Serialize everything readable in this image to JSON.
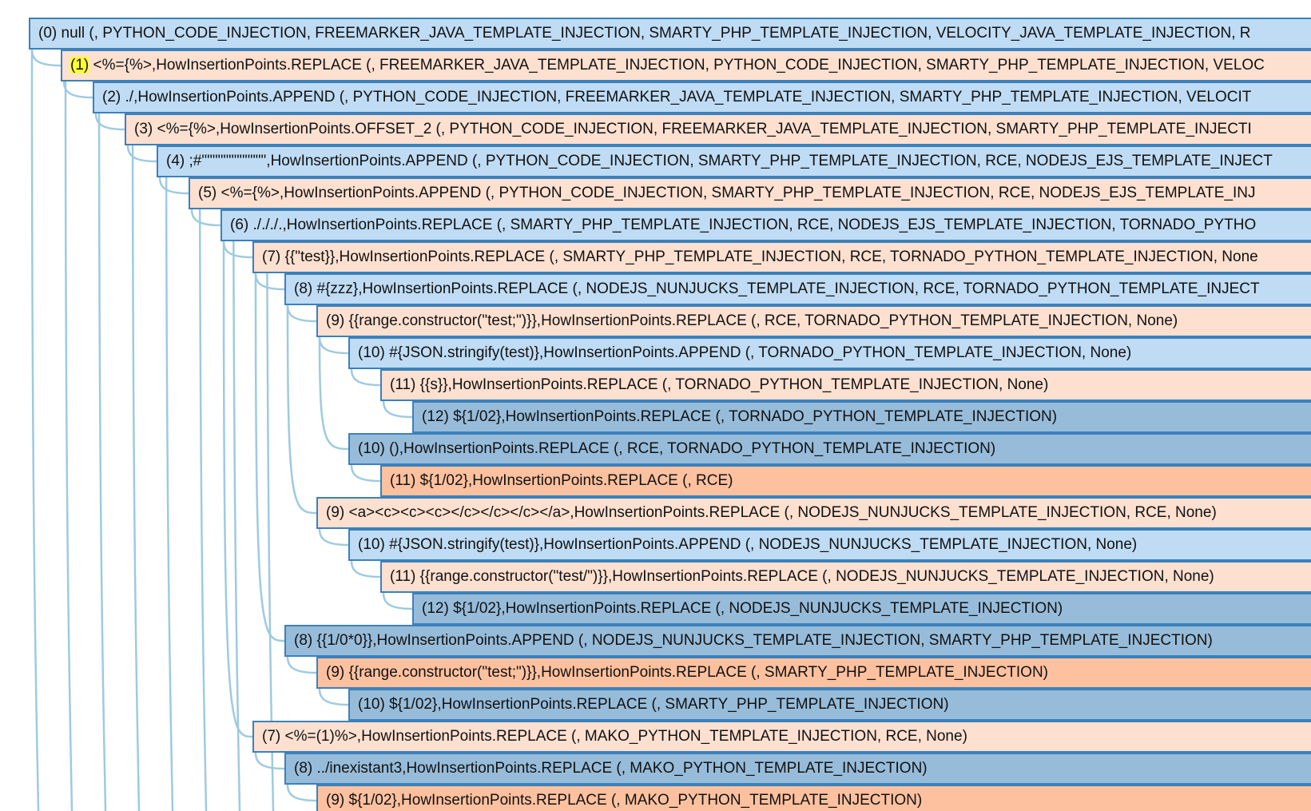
{
  "nodes": [
    {
      "depth": "(0)",
      "text": "null (, PYTHON_CODE_INJECTION, FREEMARKER_JAVA_TEMPLATE_INJECTION, SMARTY_PHP_TEMPLATE_INJECTION, VELOCITY_JAVA_TEMPLATE_INJECTION, R",
      "color": "lightblue",
      "highlight": false
    },
    {
      "depth": "(1)",
      "text": "<%={%>,HowInsertionPoints.REPLACE (, FREEMARKER_JAVA_TEMPLATE_INJECTION, PYTHON_CODE_INJECTION, SMARTY_PHP_TEMPLATE_INJECTION, VELOC",
      "color": "peach",
      "highlight": true
    },
    {
      "depth": "(2)",
      "text": "./,HowInsertionPoints.APPEND (, PYTHON_CODE_INJECTION, FREEMARKER_JAVA_TEMPLATE_INJECTION, SMARTY_PHP_TEMPLATE_INJECTION, VELOCIT",
      "color": "lightblue",
      "highlight": false
    },
    {
      "depth": "(3)",
      "text": "<%={%>,HowInsertionPoints.OFFSET_2 (, PYTHON_CODE_INJECTION, FREEMARKER_JAVA_TEMPLATE_INJECTION, SMARTY_PHP_TEMPLATE_INJECTI",
      "color": "peach",
      "highlight": false
    },
    {
      "depth": "(4)",
      "text": ";#\"\"\"\"\"\"\"\"\"\"\"\",HowInsertionPoints.APPEND (, PYTHON_CODE_INJECTION, SMARTY_PHP_TEMPLATE_INJECTION, RCE, NODEJS_EJS_TEMPLATE_INJECT",
      "color": "lightblue",
      "highlight": false
    },
    {
      "depth": "(5)",
      "text": "<%={%>,HowInsertionPoints.APPEND (, PYTHON_CODE_INJECTION, SMARTY_PHP_TEMPLATE_INJECTION, RCE, NODEJS_EJS_TEMPLATE_INJ",
      "color": "peach",
      "highlight": false
    },
    {
      "depth": "(6)",
      "text": "./././.,HowInsertionPoints.REPLACE (, SMARTY_PHP_TEMPLATE_INJECTION, RCE, NODEJS_EJS_TEMPLATE_INJECTION, TORNADO_PYTHO",
      "color": "lightblue",
      "highlight": false
    },
    {
      "depth": "(7)",
      "text": "{{\"test}},HowInsertionPoints.REPLACE (, SMARTY_PHP_TEMPLATE_INJECTION, RCE, TORNADO_PYTHON_TEMPLATE_INJECTION, None",
      "color": "peach",
      "highlight": false
    },
    {
      "depth": "(8)",
      "text": "#{zzz},HowInsertionPoints.REPLACE (, NODEJS_NUNJUCKS_TEMPLATE_INJECTION, RCE, TORNADO_PYTHON_TEMPLATE_INJECT",
      "color": "lightblue",
      "highlight": false
    },
    {
      "depth": "(9)",
      "text": "{{range.constructor(\"test;\")}},HowInsertionPoints.REPLACE (, RCE, TORNADO_PYTHON_TEMPLATE_INJECTION, None)",
      "color": "peach",
      "highlight": false
    },
    {
      "depth": "(10)",
      "text": "#{JSON.stringify(test)},HowInsertionPoints.APPEND (, TORNADO_PYTHON_TEMPLATE_INJECTION, None)",
      "color": "lightblue",
      "highlight": false
    },
    {
      "depth": "(11)",
      "text": "{{s}},HowInsertionPoints.REPLACE (, TORNADO_PYTHON_TEMPLATE_INJECTION, None)",
      "color": "peach",
      "highlight": false
    },
    {
      "depth": "(12)",
      "text": "${1/02},HowInsertionPoints.REPLACE (, TORNADO_PYTHON_TEMPLATE_INJECTION)",
      "color": "steel",
      "highlight": false
    },
    {
      "depth": "(10)",
      "text": "(),HowInsertionPoints.REPLACE (, RCE, TORNADO_PYTHON_TEMPLATE_INJECTION)",
      "color": "steel",
      "highlight": false
    },
    {
      "depth": "(11)",
      "text": "${1/02},HowInsertionPoints.REPLACE (, RCE)",
      "color": "orange",
      "highlight": false
    },
    {
      "depth": "(9)",
      "text": "<a><c><c><c></c></c></c></a>,HowInsertionPoints.REPLACE (, NODEJS_NUNJUCKS_TEMPLATE_INJECTION, RCE, None)",
      "color": "peach",
      "highlight": false
    },
    {
      "depth": "(10)",
      "text": "#{JSON.stringify(test)},HowInsertionPoints.APPEND (, NODEJS_NUNJUCKS_TEMPLATE_INJECTION, None)",
      "color": "lightblue",
      "highlight": false
    },
    {
      "depth": "(11)",
      "text": "{{range.constructor(\"test/\")}},HowInsertionPoints.REPLACE (, NODEJS_NUNJUCKS_TEMPLATE_INJECTION, None)",
      "color": "peach",
      "highlight": false
    },
    {
      "depth": "(12)",
      "text": "${1/02},HowInsertionPoints.REPLACE (, NODEJS_NUNJUCKS_TEMPLATE_INJECTION)",
      "color": "steel",
      "highlight": false
    },
    {
      "depth": "(8)",
      "text": "{{1/0*0}},HowInsertionPoints.APPEND (, NODEJS_NUNJUCKS_TEMPLATE_INJECTION, SMARTY_PHP_TEMPLATE_INJECTION)",
      "color": "steel",
      "highlight": false
    },
    {
      "depth": "(9)",
      "text": "{{range.constructor(\"test;\")}},HowInsertionPoints.REPLACE (, SMARTY_PHP_TEMPLATE_INJECTION)",
      "color": "orange",
      "highlight": false
    },
    {
      "depth": "(10)",
      "text": "${1/02},HowInsertionPoints.REPLACE (, SMARTY_PHP_TEMPLATE_INJECTION)",
      "color": "steel",
      "highlight": false
    },
    {
      "depth": "(7)",
      "text": "<%=(1)%>,HowInsertionPoints.REPLACE (, MAKO_PYTHON_TEMPLATE_INJECTION, RCE, None)",
      "color": "peach",
      "highlight": false
    },
    {
      "depth": "(8)",
      "text": "../inexistant3,HowInsertionPoints.REPLACE (, MAKO_PYTHON_TEMPLATE_INJECTION)",
      "color": "steel",
      "highlight": false
    },
    {
      "depth": "(9)",
      "text": "${1/02},HowInsertionPoints.REPLACE (, MAKO_PYTHON_TEMPLATE_INJECTION)",
      "color": "orange",
      "highlight": false
    }
  ],
  "colors": {
    "lightblue": "#bfdcf4",
    "peach": "#fde0d0",
    "steel": "#97bcda",
    "orange": "#fdc19f",
    "border": "#3a81bd",
    "connector": "#9ecae1",
    "highlight": "#ffff33"
  }
}
